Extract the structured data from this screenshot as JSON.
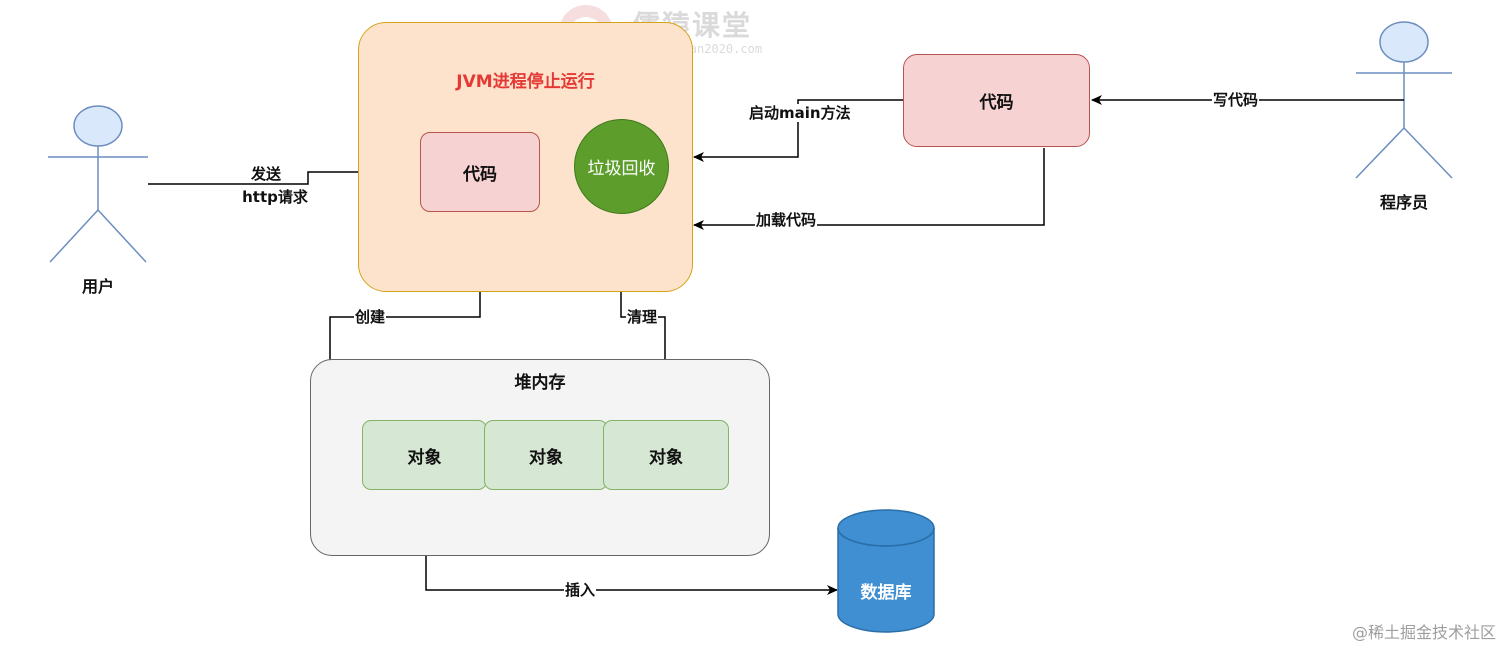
{
  "watermark": {
    "title": "儒猿课堂",
    "url": "www.ruyuan2020.com"
  },
  "footer": "@稀土掘金技术社区",
  "actors": {
    "user": "用户",
    "programmer": "程序员"
  },
  "jvm": {
    "title": "JVM进程停止运行",
    "code": "代码",
    "gc": "垃圾回收"
  },
  "external_code": "代码",
  "heap": {
    "title": "堆内存",
    "objects": [
      "对象",
      "对象",
      "对象"
    ]
  },
  "database": "数据库",
  "edges": {
    "send": "发送",
    "send2": "http请求",
    "write_code": "写代码",
    "start_main": "启动main方法",
    "load_code": "加载代码",
    "create": "创建",
    "clean": "清理",
    "insert": "插入"
  },
  "colors": {
    "jvm_fill": "#fde3cc",
    "jvm_border": "#d6a21a",
    "jvm_title": "#e53935",
    "code_fill": "#f7d2d2",
    "code_border": "#b85450",
    "gc_fill": "#5c9d2c",
    "object_fill": "#d6e8d3",
    "object_border": "#82b366",
    "heap_fill": "#f4f4f4",
    "actor_fill": "#dae8fc",
    "actor_stroke": "#6c8ebf",
    "db_fill": "#3f8fd2"
  }
}
